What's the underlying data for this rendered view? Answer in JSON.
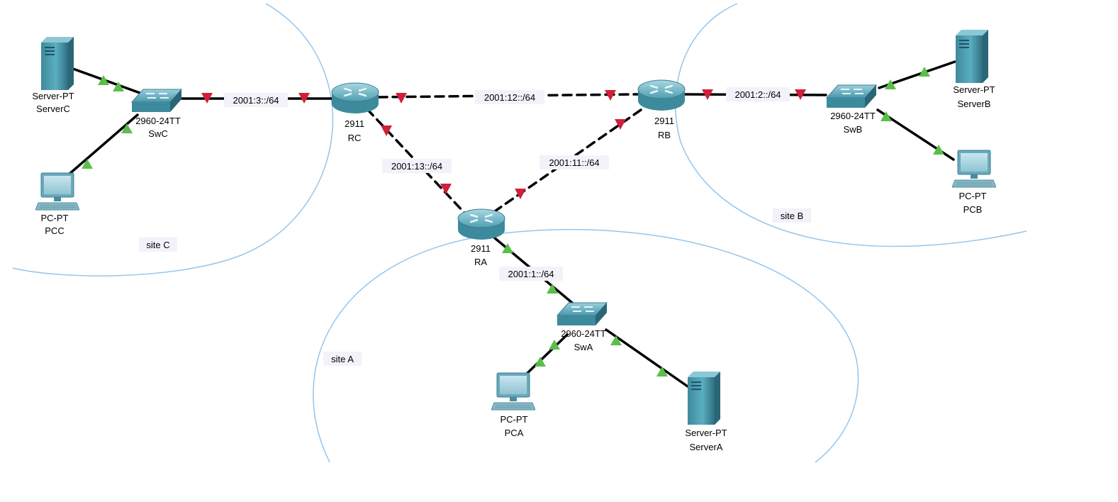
{
  "colors": {
    "site_boundary": "#93c6ee",
    "link_up": "#5bbd4a",
    "link_down": "#d0203a",
    "device_body": "#4f9fb2",
    "device_dark": "#2f6f80",
    "label_bg": "#f2f2fa"
  },
  "sites": {
    "site_a": "site A",
    "site_b": "site B",
    "site_c": "site C"
  },
  "networks": {
    "rc_swc": "2001:3::/64",
    "rc_rb": "2001:12::/64",
    "rb_swb": "2001:2::/64",
    "rc_ra": "2001:13::/64",
    "rb_ra": "2001:11::/64",
    "ra_swa": "2001:1::/64"
  },
  "devices": {
    "serverC": {
      "model": "Server-PT",
      "name": "ServerC",
      "icon": "server-icon"
    },
    "swC": {
      "model": "2960-24TT",
      "name": "SwC",
      "icon": "switch-icon"
    },
    "pcC": {
      "model": "PC-PT",
      "name": "PCC",
      "icon": "pc-icon"
    },
    "rC": {
      "model": "2911",
      "name": "RC",
      "icon": "router-icon"
    },
    "rB": {
      "model": "2911",
      "name": "RB",
      "icon": "router-icon"
    },
    "rA": {
      "model": "2911",
      "name": "RA",
      "icon": "router-icon"
    },
    "swB": {
      "model": "2960-24TT",
      "name": "SwB",
      "icon": "switch-icon"
    },
    "serverB": {
      "model": "Server-PT",
      "name": "ServerB",
      "icon": "server-icon"
    },
    "pcB": {
      "model": "PC-PT",
      "name": "PCB",
      "icon": "pc-icon"
    },
    "swA": {
      "model": "2960-24TT",
      "name": "SwA",
      "icon": "switch-icon"
    },
    "pcA": {
      "model": "PC-PT",
      "name": "PCA",
      "icon": "pc-icon"
    },
    "serverA": {
      "model": "Server-PT",
      "name": "ServerA",
      "icon": "server-icon"
    }
  },
  "links": [
    {
      "id": "serverC-swC",
      "type": "copper-straight",
      "status": [
        "up",
        "up"
      ]
    },
    {
      "id": "pcC-swC",
      "type": "copper-straight",
      "status": [
        "up",
        "up"
      ]
    },
    {
      "id": "swC-rC",
      "type": "copper-straight",
      "status": [
        "down",
        "down"
      ]
    },
    {
      "id": "rC-rB",
      "type": "serial",
      "status": [
        "down",
        "down"
      ]
    },
    {
      "id": "rB-swB",
      "type": "copper-straight",
      "status": [
        "down",
        "down"
      ]
    },
    {
      "id": "swB-serverB",
      "type": "copper-straight",
      "status": [
        "up",
        "up"
      ]
    },
    {
      "id": "swB-pcB",
      "type": "copper-straight",
      "status": [
        "up",
        "up"
      ]
    },
    {
      "id": "rC-rA",
      "type": "serial",
      "status": [
        "down",
        "down"
      ]
    },
    {
      "id": "rB-rA",
      "type": "serial",
      "status": [
        "down",
        "down"
      ]
    },
    {
      "id": "rA-swA",
      "type": "copper-straight",
      "status": [
        "up",
        "up"
      ]
    },
    {
      "id": "swA-pcA",
      "type": "copper-straight",
      "status": [
        "up",
        "up"
      ]
    },
    {
      "id": "swA-serverA",
      "type": "copper-straight",
      "status": [
        "up",
        "up"
      ]
    }
  ]
}
